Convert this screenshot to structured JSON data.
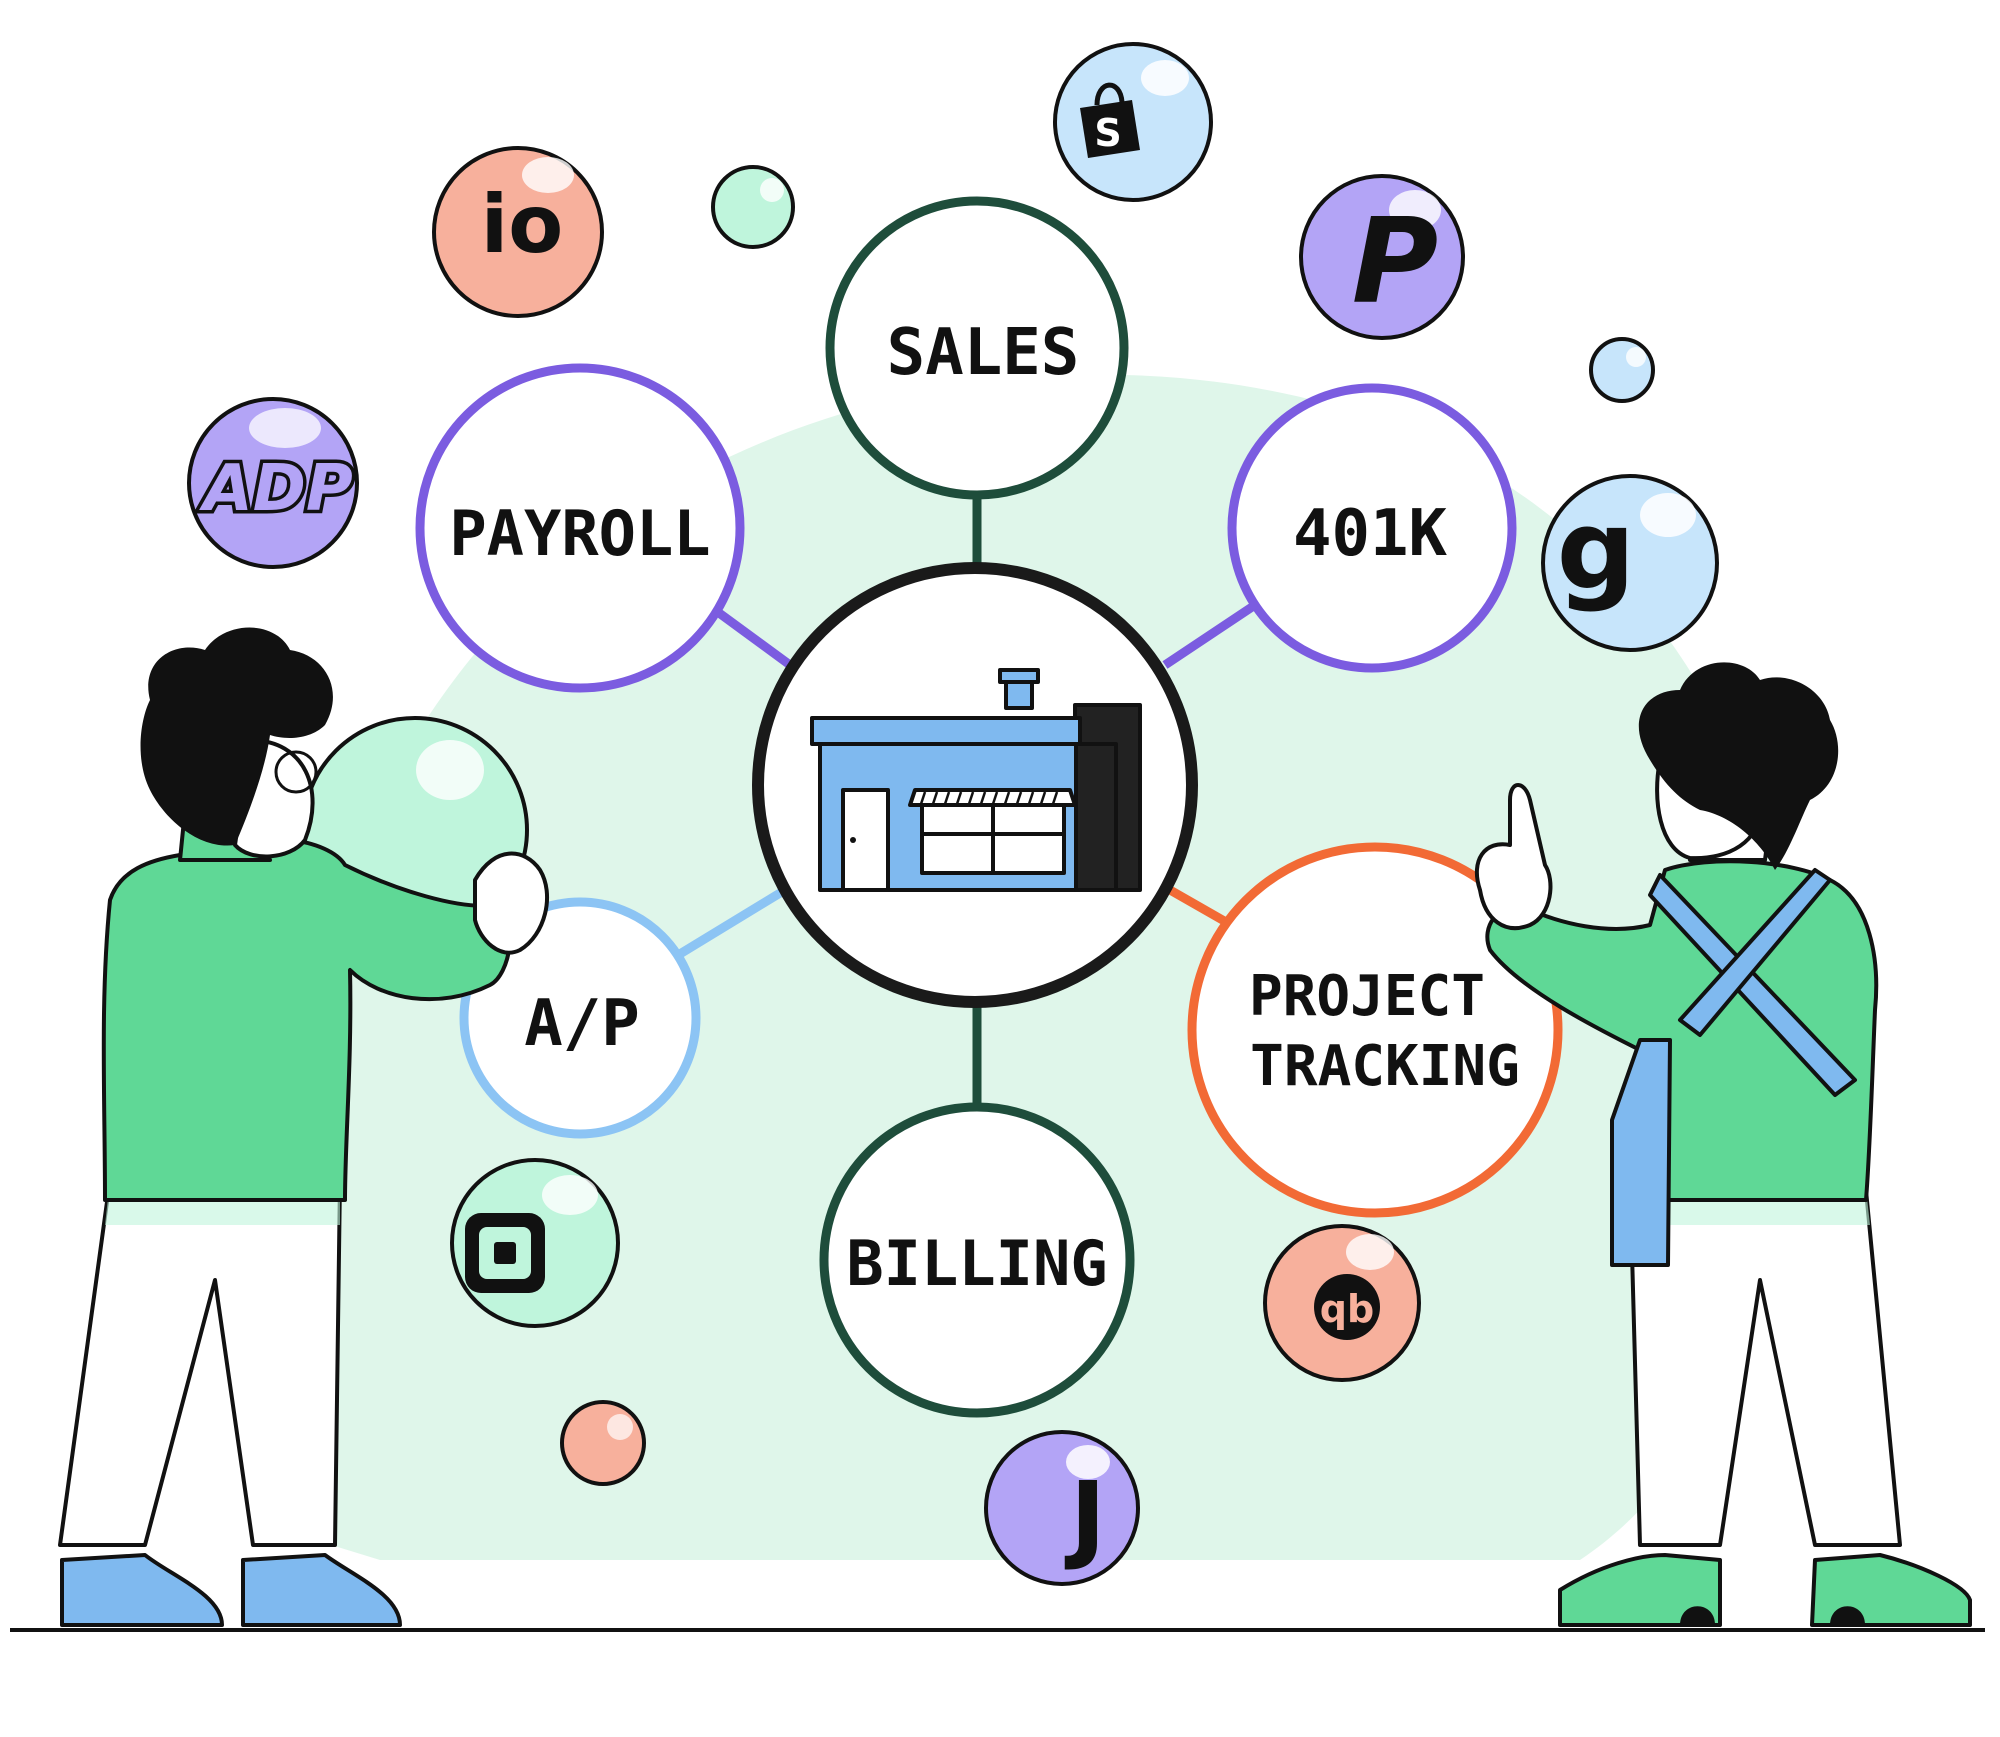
{
  "hub": {
    "center_icon": "storefront-icon",
    "nodes": {
      "sales": "SALES",
      "payroll": "PAYROLL",
      "k401": "401K",
      "ap": "A/P",
      "project_line1": "PROJECT",
      "project_line2": "TRACKING",
      "billing": "BILLING"
    }
  },
  "logo_bubbles": [
    {
      "name": "shopify-logo",
      "text": "S"
    },
    {
      "name": "paypal-logo",
      "text": "P"
    },
    {
      "name": "io-logo",
      "text": "io"
    },
    {
      "name": "adp-logo",
      "text": "ADP"
    },
    {
      "name": "gusto-logo",
      "text": "g"
    },
    {
      "name": "square-logo",
      "text": ""
    },
    {
      "name": "quickbooks-logo",
      "text": "qb"
    },
    {
      "name": "j-logo",
      "text": "J"
    }
  ],
  "colors": {
    "sales": "#1e4d3b",
    "payroll": "#7b5ce0",
    "k401": "#7b5ce0",
    "ap": "#8cc4f4",
    "project": "#f26a35",
    "billing": "#1e4d3b",
    "center": "#1a1a1a",
    "backdrop": "#dff6ea",
    "sweater": "#5fd896",
    "shoe_blue": "#7fb9ef",
    "shoe_green": "#5fd896",
    "bubble_green": "#bff5dc",
    "bubble_blue": "#c7e5fb",
    "bubble_purple": "#b3a4f6",
    "bubble_pink": "#f7b09c",
    "store_blue": "#7fb9ef"
  }
}
